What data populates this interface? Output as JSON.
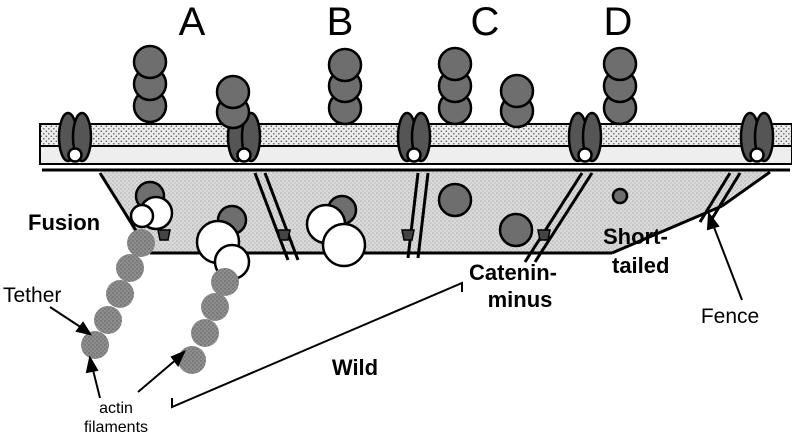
{
  "column_labels": [
    "A",
    "B",
    "C",
    "D"
  ],
  "labels": {
    "fusion": "Fusion",
    "tether": "Tether",
    "actin_line1": "actin",
    "actin_line2": "filaments",
    "wild": "Wild",
    "catenin_line1": "Catenin-",
    "catenin_line2": "minus",
    "short_line1": "Short-",
    "short_line2": "tailed",
    "fence": "Fence"
  },
  "colors": {
    "protein_fill": "#6e6e6e",
    "actin_fill": "#8e8e8e",
    "cytoplasm_fill": "#dadada",
    "bilayer_fill": "#ececec",
    "binding_protein_fill": "#ffffff",
    "outline": "#000000"
  }
}
